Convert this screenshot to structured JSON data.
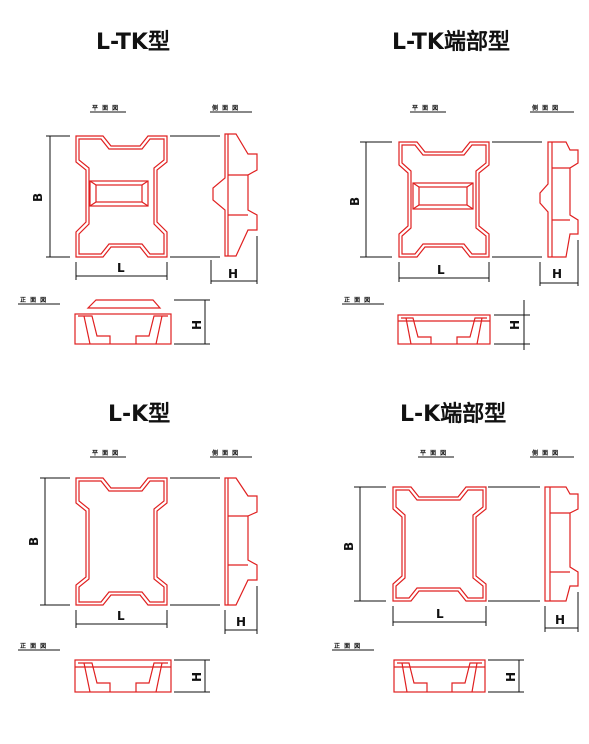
{
  "colors": {
    "outline": "#e02020",
    "dimension": "#111111"
  },
  "labels": {
    "plan_view": "平 面 図",
    "side_view": "側 面 図",
    "front_view": "正 面 図",
    "dim_L": "L",
    "dim_B": "B",
    "dim_H": "H"
  },
  "blocks": [
    {
      "title": "L-TK型",
      "has_slot": true
    },
    {
      "title": "L-TK端部型",
      "has_slot": true
    },
    {
      "title": "L-K型",
      "has_slot": false
    },
    {
      "title": "L-K端部型",
      "has_slot": false
    }
  ]
}
